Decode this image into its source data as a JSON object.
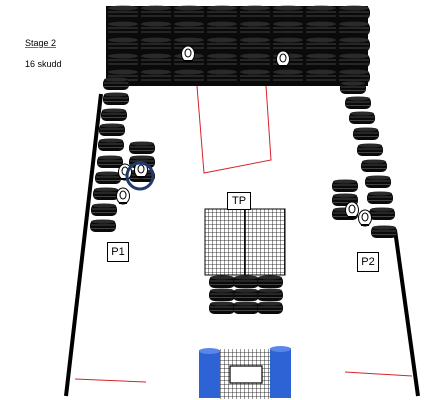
{
  "stage": {
    "title": "Stage  2",
    "shots": "16 skudd"
  },
  "labels": {
    "tp": "TP",
    "p1": "P1",
    "p2": "P2"
  },
  "colors": {
    "tire": "#0a0a0a",
    "barrel": "#2e63d6",
    "fault_line": "#d6242a",
    "target_ring": "#1f3a6b"
  },
  "icons": [
    "steel-target-icon",
    "target-circle-icon",
    "mesh-barrier-icon",
    "barrel-icon"
  ]
}
